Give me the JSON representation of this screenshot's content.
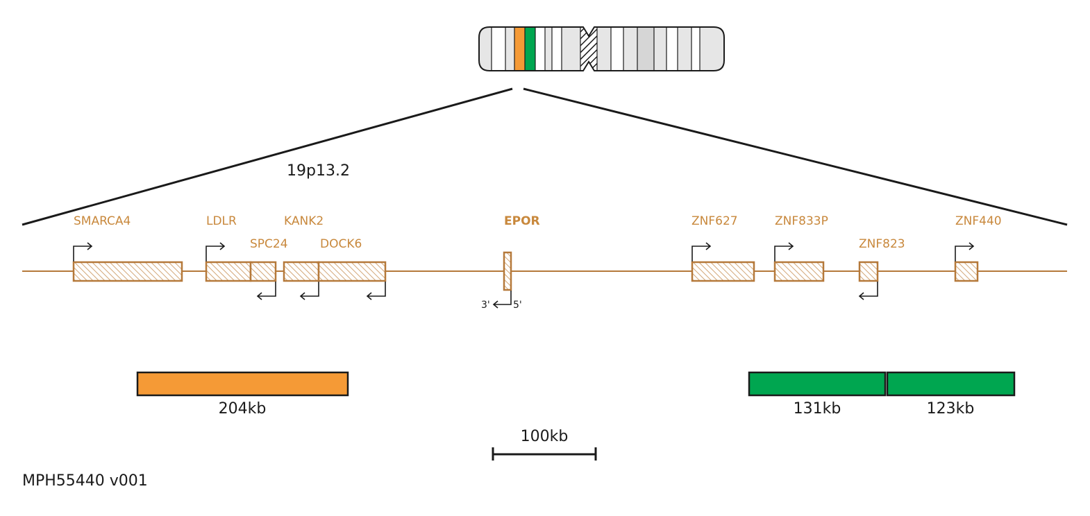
{
  "colors": {
    "gene": "#b5793a",
    "gene_label": "#c8883c",
    "probe_orange": "#f59a36",
    "probe_green": "#00a650",
    "ink": "#1a1a1a",
    "chrom_fill": "#e6e6e6"
  },
  "chromosome": {
    "centromere_style": "hatched",
    "highlight_bands": [
      "orange",
      "green"
    ]
  },
  "band_label": "19p13.2",
  "genes": [
    {
      "id": "smarca4",
      "name": "SMARCA4",
      "strand": "+"
    },
    {
      "id": "ldlr",
      "name": "LDLR",
      "strand": "+"
    },
    {
      "id": "spc24",
      "name": "SPC24",
      "strand": "-"
    },
    {
      "id": "kank2",
      "name": "KANK2",
      "strand": "-"
    },
    {
      "id": "dock6",
      "name": "DOCK6",
      "strand": "-"
    },
    {
      "id": "epor",
      "name": "EPOR",
      "strand": "-",
      "emphasis": true
    },
    {
      "id": "znf627",
      "name": "ZNF627",
      "strand": "+"
    },
    {
      "id": "znf833p",
      "name": "ZNF833P",
      "strand": "+"
    },
    {
      "id": "znf823",
      "name": "ZNF823",
      "strand": "-"
    },
    {
      "id": "znf440",
      "name": "ZNF440",
      "strand": "+"
    }
  ],
  "epor_ends": {
    "left": "3'",
    "right": "5'"
  },
  "probes": [
    {
      "id": "orange-probe",
      "color": "orange",
      "size": "204kb"
    },
    {
      "id": "green-probe-1",
      "color": "green",
      "size": "131kb"
    },
    {
      "id": "green-probe-2",
      "color": "green",
      "size": "123kb"
    }
  ],
  "scale_bar": {
    "label": "100kb"
  },
  "footer": {
    "product_code": "MPH55440 v001"
  }
}
